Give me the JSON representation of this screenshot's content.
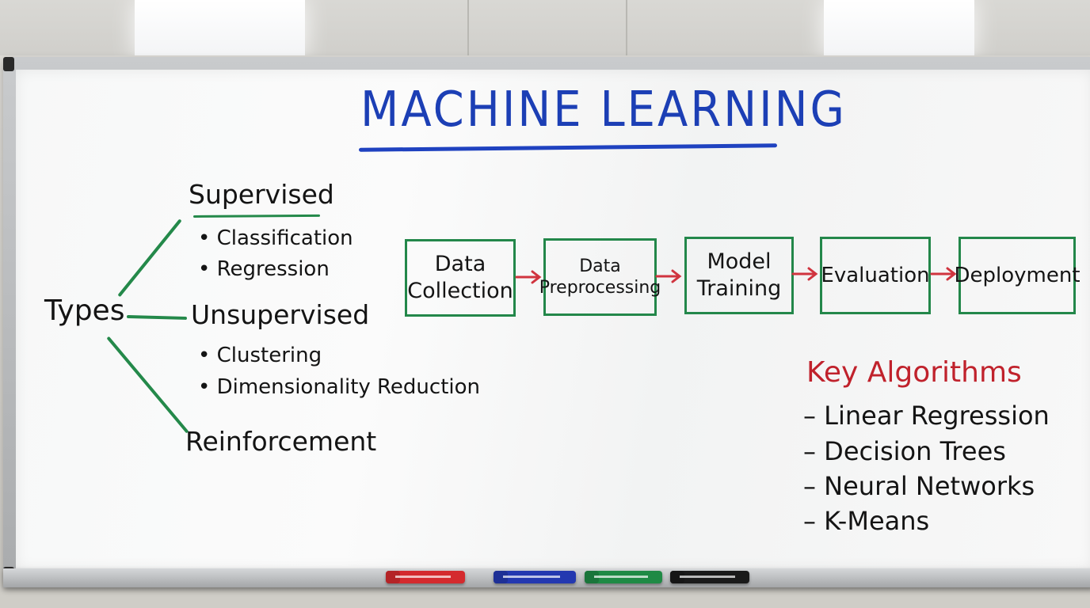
{
  "board": {
    "title": "MACHINE LEARNING",
    "types": {
      "root_label": "Types",
      "categories": [
        {
          "label": "Supervised",
          "items": [
            "Classification",
            "Regression"
          ]
        },
        {
          "label": "Unsupervised",
          "items": [
            "Clustering",
            "Dimensionality Reduction"
          ]
        },
        {
          "label": "Reinforcement",
          "items": []
        }
      ]
    },
    "pipeline": {
      "stages": [
        "Data\nCollection",
        "Data\nPreprocessing",
        "Model\nTraining",
        "Evaluation",
        "Deployment"
      ]
    },
    "algorithms": {
      "title": "Key Algorithms",
      "items": [
        "Linear Regression",
        "Decision Trees",
        "Neural Networks",
        "K-Means"
      ]
    }
  },
  "colors": {
    "title_ink": "#1c3fb5",
    "text_ink": "#141414",
    "diagram_ink": "#23874a",
    "arrow_ink": "#d0343f",
    "heading_ink": "#c0222c"
  },
  "markers": [
    {
      "color": "#d42a2e",
      "icon": "red-marker-icon"
    },
    {
      "color": "#2338b0",
      "icon": "blue-marker-icon"
    },
    {
      "color": "#1f8a45",
      "icon": "green-marker-icon"
    },
    {
      "color": "#1a1a1a",
      "icon": "black-marker-icon"
    }
  ]
}
